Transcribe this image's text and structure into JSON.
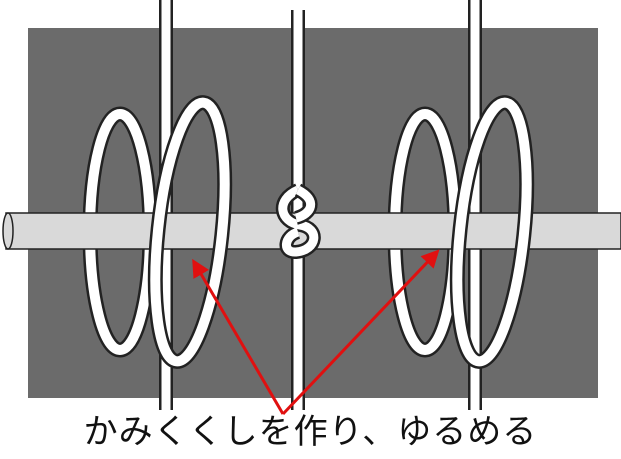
{
  "caption": "かみくくしを作り、ゆるめる",
  "colors": {
    "background_panel": "#6b6b6b",
    "rod": "#d9d9d9",
    "rope_fill": "#ffffff",
    "rope_outline": "#222222",
    "arrow": "#e01010"
  },
  "icons": [
    "rod",
    "left-hitch",
    "center-knot",
    "right-hitch",
    "arrows"
  ]
}
